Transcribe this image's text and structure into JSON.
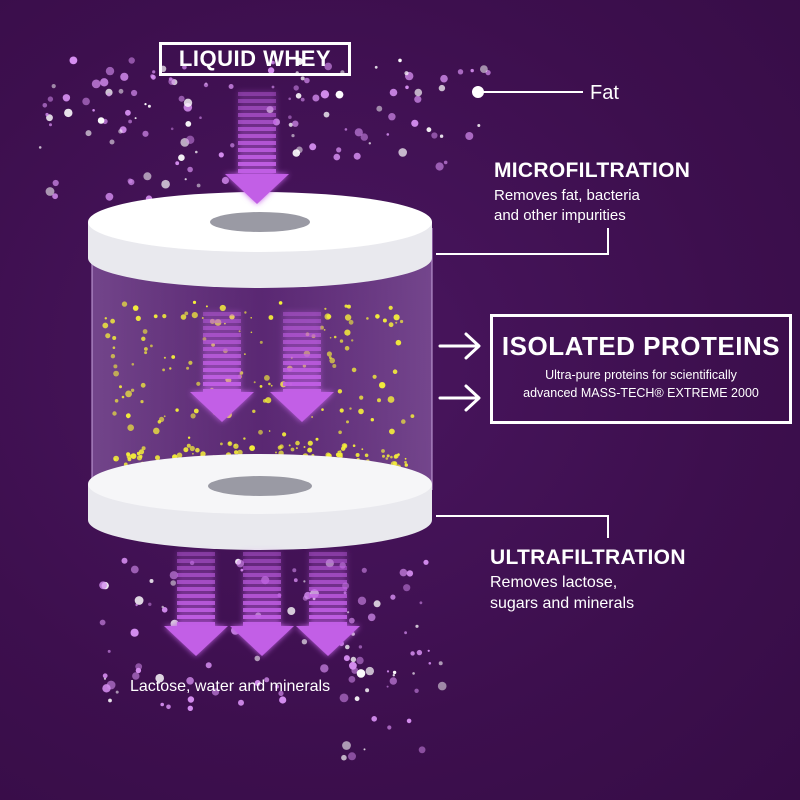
{
  "input": {
    "label": "LIQUID WHEY"
  },
  "fat": {
    "label": "Fat"
  },
  "microfiltration": {
    "heading": "MICROFILTRATION",
    "desc_line1": "Removes fat, bacteria",
    "desc_line2": "and other impurities"
  },
  "isolated": {
    "heading": "ISOLATED PROTEINS",
    "line1": "Ultra-pure proteins for scientifically",
    "line2": "advanced MASS-TECH® EXTREME 2000"
  },
  "ultrafiltration": {
    "heading": "ULTRAFILTRATION",
    "desc_line1": "Removes lactose,",
    "desc_line2": "sugars and minerals"
  },
  "output": {
    "label": "Lactose, water and minerals"
  },
  "colors": {
    "background": "#3f1150",
    "arrow": "#c25fe6",
    "protein_particles": "#f4ee3a",
    "impurity_particles": "#d58ef0",
    "filter": "#ffffff"
  }
}
